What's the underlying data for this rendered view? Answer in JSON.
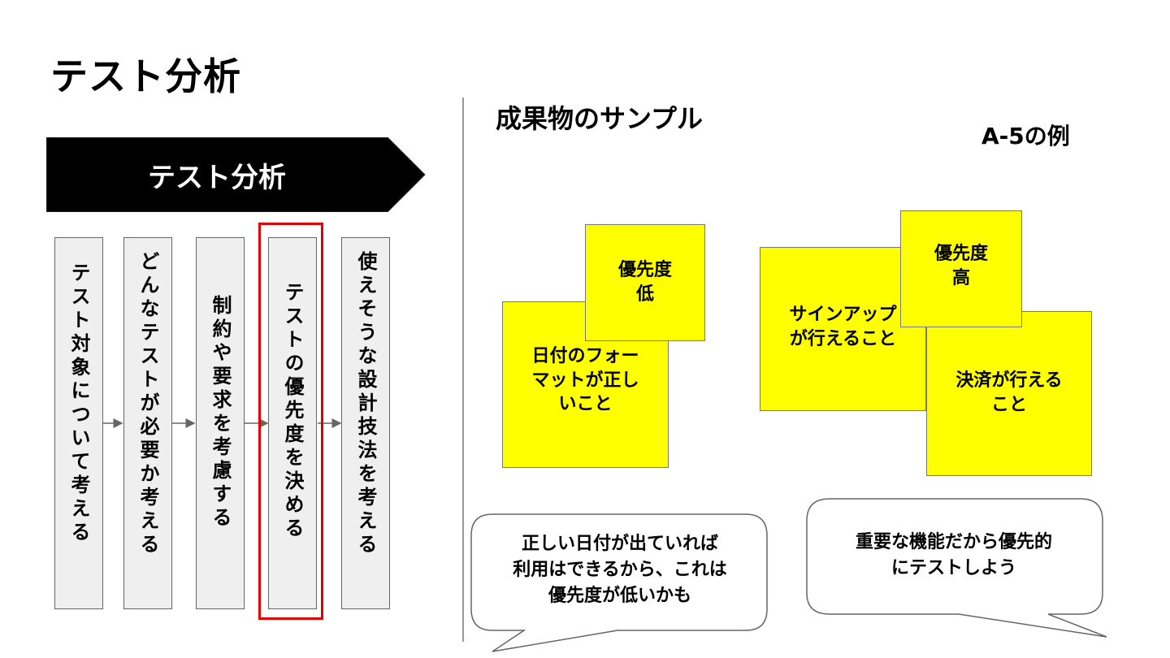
{
  "title": "テスト分析",
  "process": {
    "banner_label": "テスト分析",
    "steps": [
      {
        "label": "テスト対象について考える"
      },
      {
        "label": "どんなテストが必要か考える"
      },
      {
        "label": "制約や要求を考慮する"
      },
      {
        "label": "テストの優先度を決める"
      },
      {
        "label": "使えそうな設計技法を考える"
      }
    ],
    "highlight_color": "#e00000"
  },
  "samples": {
    "title": "成果物のサンプル",
    "example_label": "A-5の例",
    "notes": {
      "date_format": "日付のフォー\nマットが正し\nいこと",
      "low_priority": "優先度\n低",
      "signup": "サインアップ\nが行えること",
      "high_priority": "優先度\n高",
      "payment": "決済が行える\nこと"
    },
    "note_color": "#ffff00",
    "bubbles": {
      "left": "正しい日付が出ていれば\n利用はできるから、これは\n優先度が低いかも",
      "right": "重要な機能だから優先的\nにテストしよう"
    }
  }
}
